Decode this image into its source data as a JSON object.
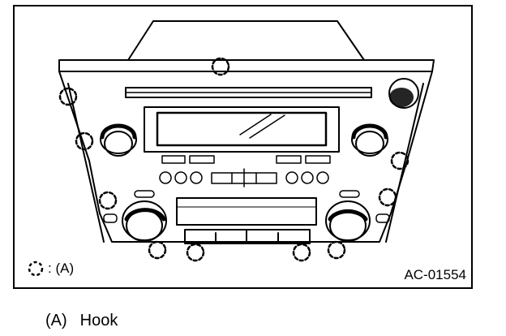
{
  "figure": {
    "code": "AC-01554",
    "legend": {
      "marker_icon": "dashed-circle-icon",
      "text": ": (A)"
    }
  },
  "caption": {
    "label": "(A)",
    "text": "Hook"
  }
}
